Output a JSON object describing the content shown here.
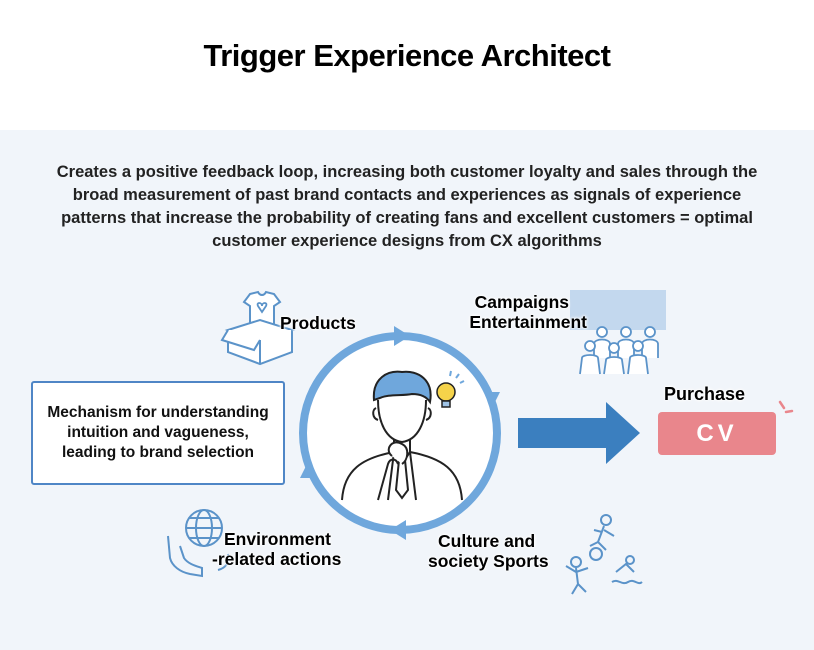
{
  "title": "Trigger Experience Architect",
  "description": "Creates a positive feedback loop, increasing both customer loyalty and sales through the broad measurement of past brand contacts and experiences as signals of experience patterns that increase the probability of creating fans and excellent customers = optimal customer experience designs from CX algorithms",
  "cycle": {
    "products": "Products",
    "campaigns_line1": "Campaigns",
    "campaigns_line2": "Entertainment",
    "culture_line1": "Culture and",
    "culture_line2": "society Sports",
    "environment_line1": "Environment",
    "environment_line2": "-related actions"
  },
  "mechanism": {
    "line1": "Mechanism for understanding",
    "line2": "intuition and vagueness,",
    "line3": "leading to brand selection"
  },
  "outcome": {
    "label": "Purchase",
    "badge": "CV"
  },
  "colors": {
    "cycle_blue": "#6fa7dc",
    "arrow_blue": "#3b7fbf",
    "cv_pink": "#e9868c",
    "icon_blue": "#5b93c9"
  }
}
